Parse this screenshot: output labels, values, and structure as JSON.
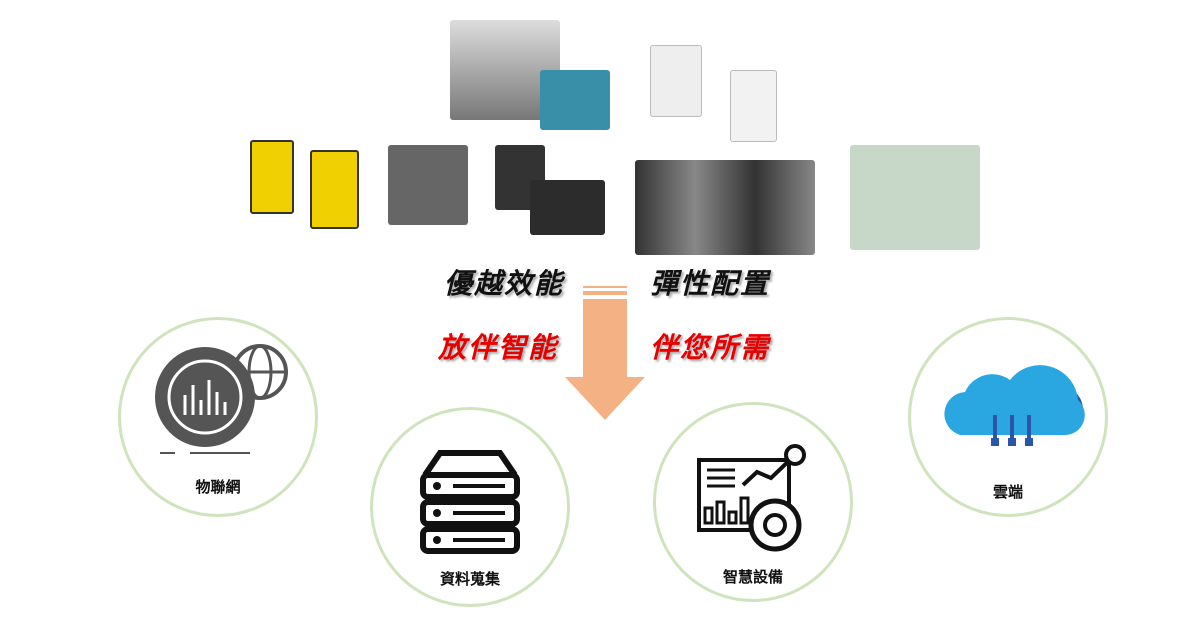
{
  "slogans": {
    "top_left": "優越效能",
    "top_right": "彈性配置",
    "bottom_left": "放伴智能",
    "bottom_right": "伴您所需"
  },
  "colors": {
    "slogan_black": "#111111",
    "slogan_red": "#e60000",
    "arrow": "#f4b183",
    "circle_border": "#cfe3bd",
    "cloud": "#2aa7e0"
  },
  "nodes": [
    {
      "label": "物聯網",
      "icon": "iot-globe-chart-icon"
    },
    {
      "label": "資料蒐集",
      "icon": "server-stack-icon"
    },
    {
      "label": "智慧設備",
      "icon": "dashboard-analytics-icon"
    },
    {
      "label": "雲端",
      "icon": "cloud-icon"
    }
  ]
}
